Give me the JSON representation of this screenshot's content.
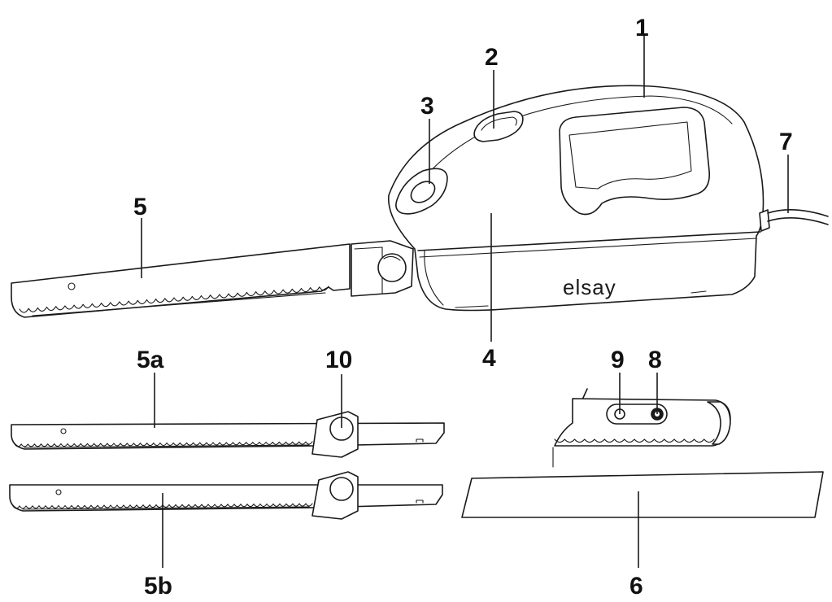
{
  "brand_logo": "elsay",
  "callouts": {
    "c1": "1",
    "c2": "2",
    "c3": "3",
    "c4": "4",
    "c5": "5",
    "c5a": "5a",
    "c5b": "5b",
    "c6": "6",
    "c7": "7",
    "c8": "8",
    "c9": "9",
    "c10": "10"
  },
  "colors": {
    "line": "#1a1a1a",
    "background": "#ffffff"
  }
}
